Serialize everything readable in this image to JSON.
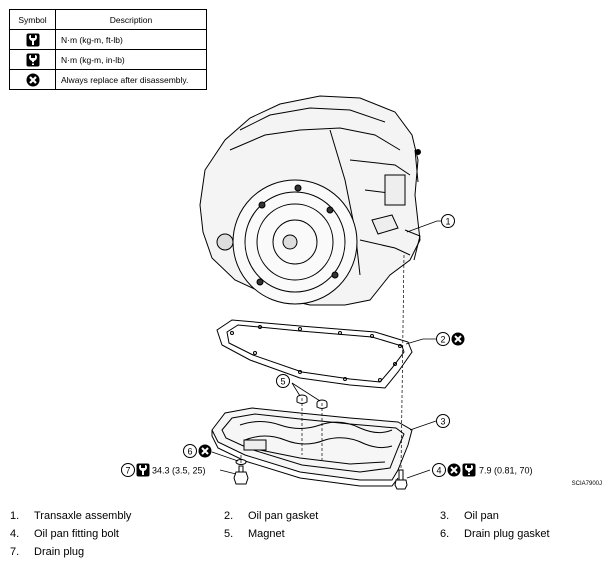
{
  "legend": {
    "header_symbol": "Symbol",
    "header_description": "Description",
    "rows": [
      {
        "icon": "torque-wrench-icon",
        "description": "N·m (kg-m, ft-lb)"
      },
      {
        "icon": "torque-wrench-small-icon",
        "description": "N·m (kg-m, in-lb)"
      },
      {
        "icon": "always-replace-icon",
        "description": "Always replace after disassembly."
      }
    ]
  },
  "callouts": {
    "c1": "1",
    "c2": "2",
    "c3": "3",
    "c4": "4",
    "c5": "5",
    "c6": "6",
    "c7": "7",
    "torque_drain_plug": "34.3 (3.5, 25)",
    "torque_fitting_bolt": "7.9 (0.81, 70)"
  },
  "reference_code": "SCIA7900J",
  "parts": [
    {
      "num": "1.",
      "label": "Transaxle assembly"
    },
    {
      "num": "2.",
      "label": "Oil pan gasket"
    },
    {
      "num": "3.",
      "label": "Oil pan"
    },
    {
      "num": "4.",
      "label": "Oil pan fitting bolt"
    },
    {
      "num": "5.",
      "label": "Magnet"
    },
    {
      "num": "6.",
      "label": "Drain plug gasket"
    },
    {
      "num": "7.",
      "label": "Drain plug"
    }
  ]
}
